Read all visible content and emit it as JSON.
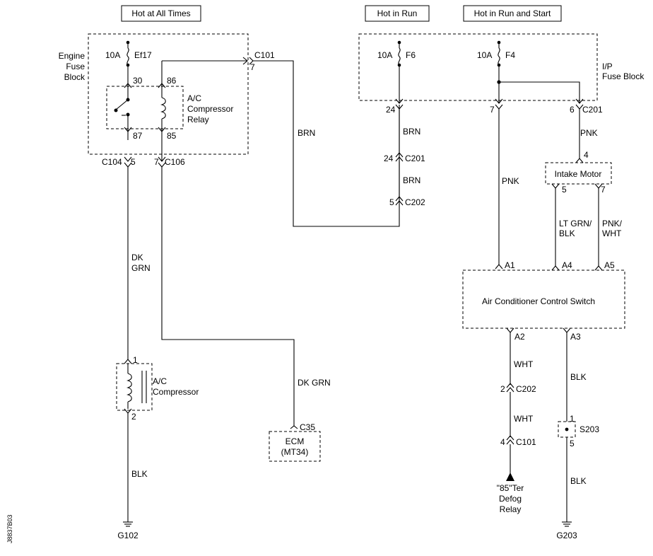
{
  "headers": {
    "hot_at_all_times": "Hot at All Times",
    "hot_in_run": "Hot in Run",
    "hot_in_run_and_start": "Hot in Run and Start"
  },
  "engine_fuse_block": {
    "label_line1": "Engine",
    "label_line2": "Fuse",
    "label_line3": "Block",
    "fuse_rating": "10A",
    "fuse_name": "Ef17"
  },
  "relay": {
    "label_line1": "A/C",
    "label_line2": "Compressor",
    "label_line3": "Relay",
    "pin_30": "30",
    "pin_86": "86",
    "pin_87": "87",
    "pin_85": "85"
  },
  "ip_fuse_block": {
    "label_line1": "I/P",
    "label_line2": "Fuse Block",
    "fuse1_rating": "10A",
    "fuse1_name": "F6",
    "fuse2_rating": "10A",
    "fuse2_name": "F4"
  },
  "connectors": {
    "c101_top": "C101",
    "c101_top_pin": "7",
    "c104": "C104",
    "c104_pin": "5",
    "c106": "C106",
    "c106_pin": "7",
    "c201_pin24_top": "24",
    "c201_pin7": "7",
    "c201_pin6": "6",
    "c201_name": "C201",
    "c201_mid_pin": "24",
    "c201_mid": "C201",
    "c202_mid_pin": "5",
    "c202_mid": "C202",
    "c202_low_pin": "2",
    "c202_low": "C202",
    "c101_low_pin": "4",
    "c101_low": "C101",
    "c35": "C35"
  },
  "wires": {
    "brn_long": "BRN",
    "brn_1": "BRN",
    "brn_2": "BRN",
    "pnk_a1": "PNK",
    "pnk_top": "PNK",
    "dk_grn_1": "DK",
    "dk_grn_2": "GRN",
    "dk_grn_ecm": "DK GRN",
    "lt_grn_blk_1": "LT GRN/",
    "lt_grn_blk_2": "BLK",
    "pnk_wht_1": "PNK/",
    "pnk_wht_2": "WHT",
    "wht_1": "WHT",
    "wht_2": "WHT",
    "blk_a3": "BLK",
    "blk_s203": "BLK",
    "blk_g102": "BLK"
  },
  "intake_motor": {
    "label": "Intake Motor",
    "pin_4": "4",
    "pin_5": "5",
    "pin_7": "7"
  },
  "ac_switch": {
    "label": "Air Conditioner Control Switch",
    "pin_a1": "A1",
    "pin_a4": "A4",
    "pin_a5": "A5",
    "pin_a2": "A2",
    "pin_a3": "A3"
  },
  "compressor": {
    "label_line1": "A/C",
    "label_line2": "Compressor",
    "pin_1": "1",
    "pin_2": "2"
  },
  "ecm": {
    "label_line1": "ECM",
    "label_line2": "(MT34)"
  },
  "splice": {
    "name": "S203",
    "pin_1": "1",
    "pin_5": "5"
  },
  "defog_relay": {
    "line1": "\"85\"Ter",
    "line2": "Defog",
    "line3": "Relay"
  },
  "grounds": {
    "g102": "G102",
    "g203": "G203"
  },
  "doc_id": "J8837B03"
}
